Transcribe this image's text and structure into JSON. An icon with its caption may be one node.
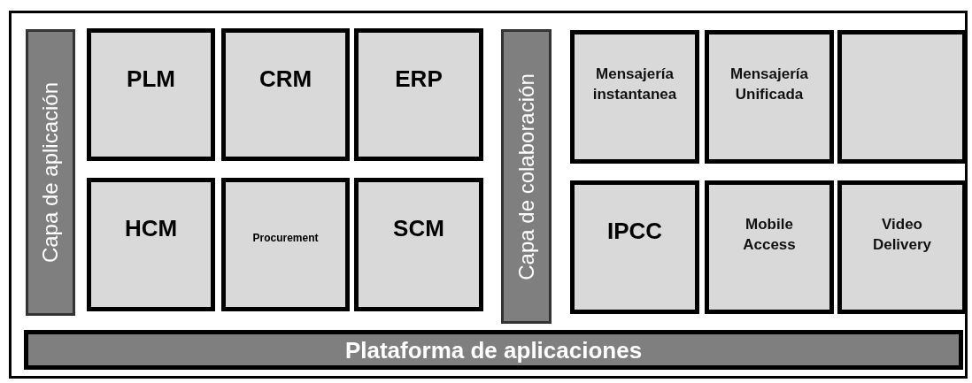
{
  "diagram": {
    "nodes": [
      {
        "text": [],
        "shape": "box"
      },
      {
        "text": [
          "Capa de aplicación"
        ],
        "in": 0
      },
      {
        "text": [
          "PLM"
        ],
        "in": 0
      },
      {
        "text": [
          "CRM"
        ],
        "in": 0
      },
      {
        "text": [
          "ERP"
        ],
        "in": 0
      },
      {
        "text": [
          "HCM"
        ],
        "in": 0
      },
      {
        "text": [
          "Procurement"
        ],
        "in": 0
      },
      {
        "text": [
          "SCM"
        ],
        "in": 0
      },
      {
        "text": [
          "Capa de colaboración"
        ],
        "in": 0
      },
      {
        "text": [
          "Mensajería instantanea"
        ],
        "in": 0
      },
      {
        "text": [
          "Mensajería Unificada"
        ],
        "in": 0
      },
      {
        "text": [],
        "shape": "box",
        "in": 0
      },
      {
        "text": [
          "IPCC"
        ],
        "in": 0
      },
      {
        "text": [
          "Mobile Access"
        ],
        "in": 0
      },
      {
        "text": [
          "Video Delivery"
        ],
        "in": 0
      },
      {
        "text": [
          "Plataforma de aplicaciones"
        ],
        "in": 0
      }
    ]
  }
}
